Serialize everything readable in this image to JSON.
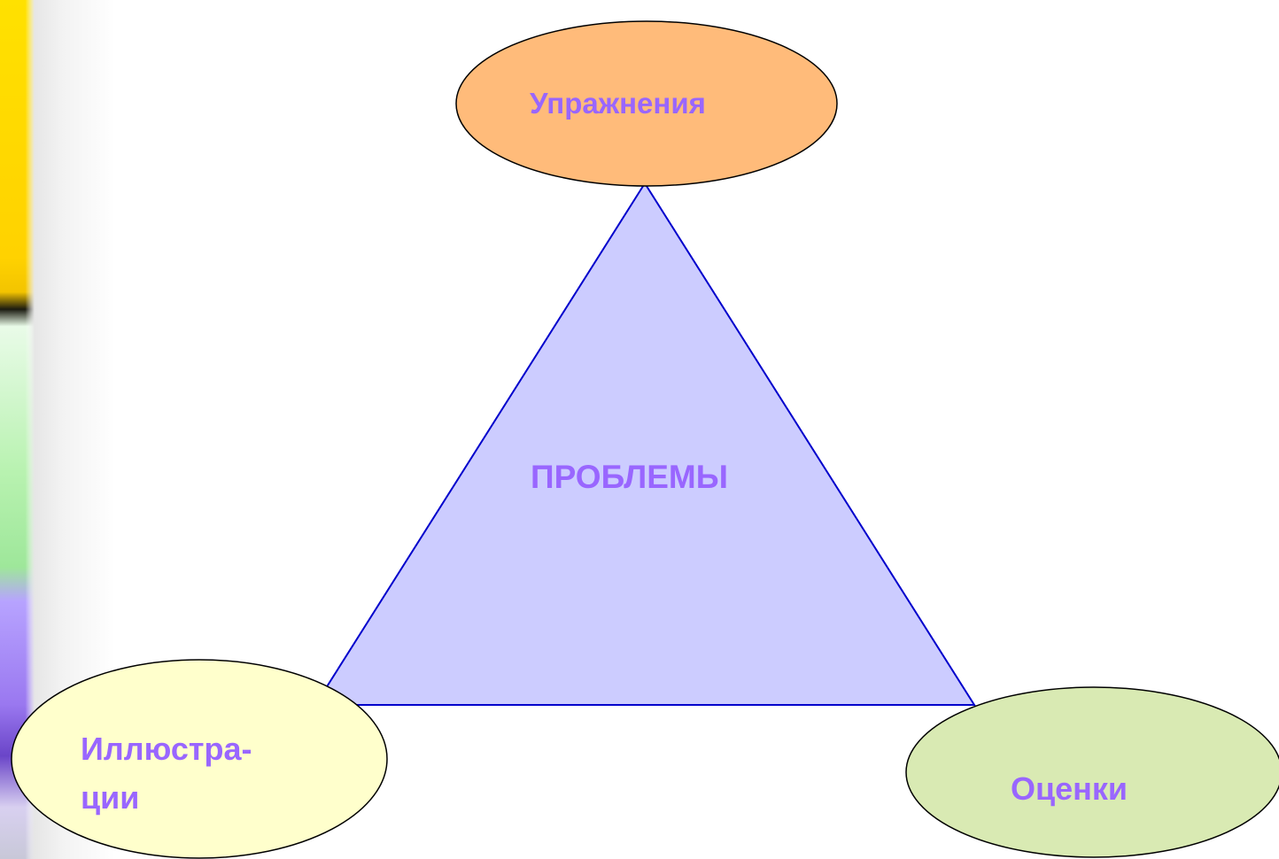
{
  "diagram": {
    "center_label": "ПРОБЛЕМЫ",
    "nodes": {
      "top": "Упражнения",
      "bottom_left_line1": "Иллюстра-",
      "bottom_left_line2": "ции",
      "bottom_right": "Оценки"
    }
  },
  "colors": {
    "triangle_fill": "#ccccff",
    "triangle_stroke": "#0000cc",
    "top_ellipse_fill": "#ffbb7a",
    "left_ellipse_fill": "#ffffcc",
    "right_ellipse_fill": "#d9eab3",
    "label_color": "#9966ff"
  },
  "decor": {
    "side_strip": "multicolor-gradient-strip"
  }
}
